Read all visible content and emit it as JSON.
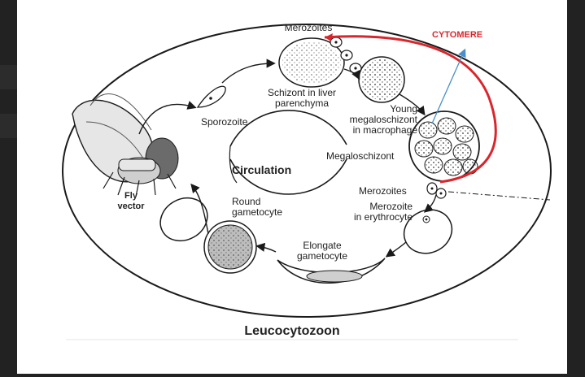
{
  "labels": {
    "merozoites_top": "Merozoites",
    "cytomere": "CYTOMERE",
    "schizont": "Schizont in liver\nparenchyma",
    "young_megaloschizont": "Young\nmegaloschizont\nin macrophage",
    "megaloschizont": "Megaloschizont",
    "sporozoite": "Sporozoite",
    "circulation": "Circulation",
    "merozoites_mid": "Merozoites",
    "merozoite_erythrocyte": "Merozoite\nin erythrocyte",
    "round_gametocyte": "Round\ngametocyte",
    "elongate_gametocyte": "Elongate\ngametocyte",
    "fly_vector": "Fly\nvector",
    "title": "Leucocytozoon"
  },
  "colors": {
    "cytomere": "#d9262c",
    "pointer": "#4a8fc8",
    "ink": "#1a1a1a"
  }
}
